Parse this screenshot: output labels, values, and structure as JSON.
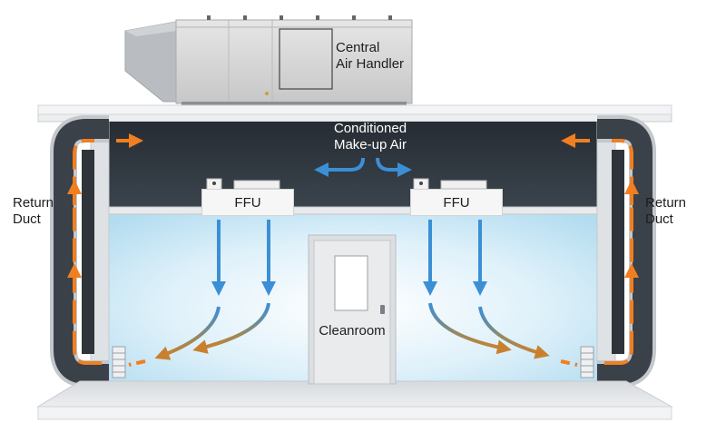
{
  "air_handler": {
    "label_line1": "Central",
    "label_line2": "Air Handler"
  },
  "makeup_air": {
    "label_line1": "Conditioned",
    "label_line2": "Make-up Air"
  },
  "ffu_left": {
    "label": "FFU"
  },
  "ffu_right": {
    "label": "FFU"
  },
  "return_duct_left": {
    "label_line1": "Return",
    "label_line2": "Duct"
  },
  "return_duct_right": {
    "label_line1": "Return",
    "label_line2": "Duct"
  },
  "cleanroom": {
    "label": "Cleanroom"
  },
  "colors": {
    "supply_air": "#3b8fd6",
    "return_air": "#f07f22",
    "transition_air": "#b8883f",
    "plenum": "#323a42",
    "structure": "#e3e5e8",
    "room_glow": "#bfe3f5"
  }
}
